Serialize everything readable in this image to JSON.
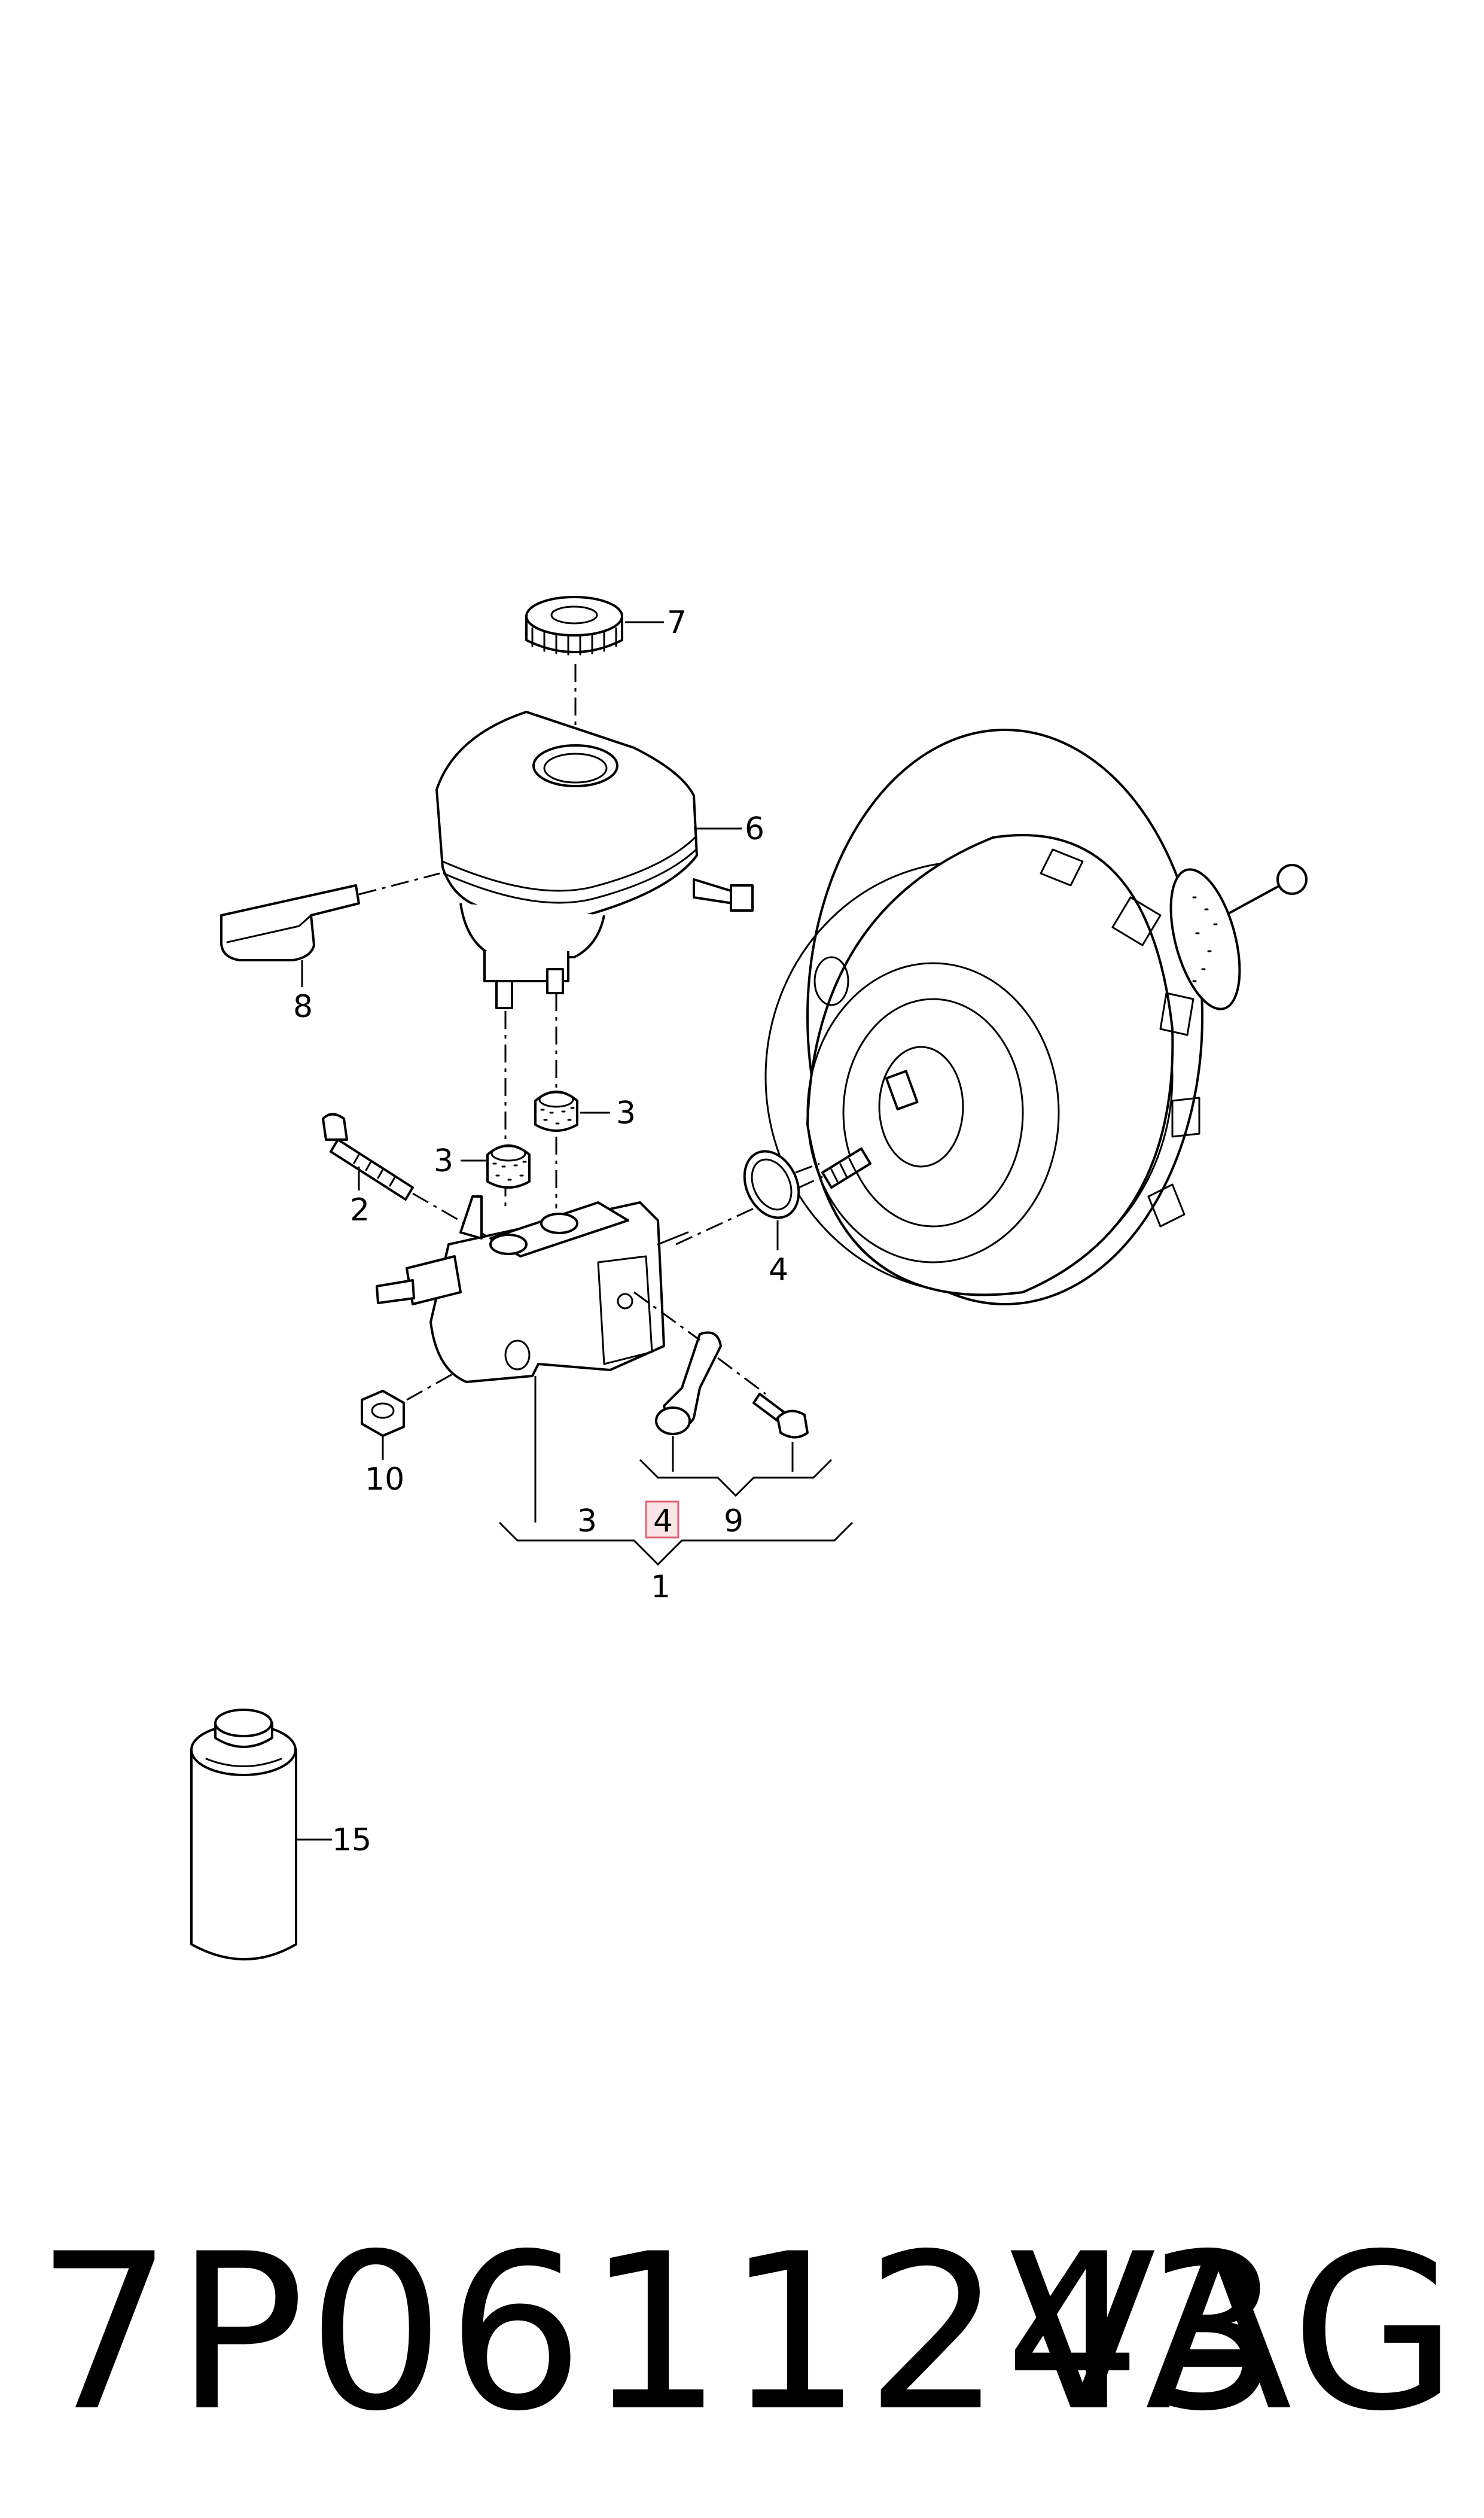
{
  "diagram": {
    "callouts": {
      "c1": "1",
      "c2": "2",
      "c3a": "3",
      "c3b": "3",
      "c3c": "3",
      "c4a": "4",
      "c4b": "4",
      "c6": "6",
      "c7": "7",
      "c8": "8",
      "c9": "9",
      "c10": "10",
      "c15": "15"
    },
    "highlight_color": "#e06070"
  },
  "footer": {
    "part_number": "7P0611243",
    "brand": "VAG"
  }
}
